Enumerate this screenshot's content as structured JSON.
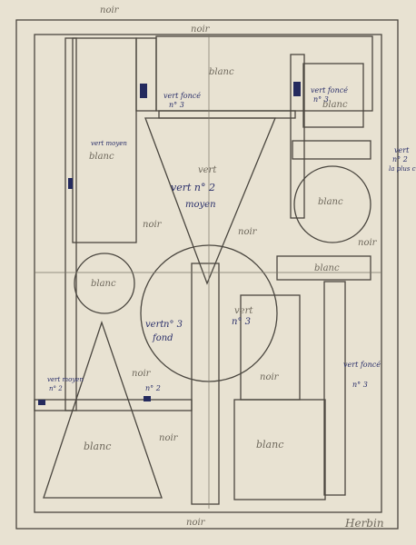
{
  "labels": {
    "noir": "noir",
    "noir_top_left": "noir",
    "blanc": "blanc",
    "vert": "vert",
    "vert_fonce_3": "vert foncé",
    "n3": "n° 3",
    "vert_moyen": "vert moyen",
    "n3b": "n° 3",
    "vert_n2": "vert n° 2",
    "moyen": "moyen",
    "vert_n2_right_1": "vert",
    "vert_n2_right_2": "n° 2",
    "vert_n2_right_3": "la plus claire",
    "vert_n3": "vert",
    "n3_fond": "n° 3",
    "fond": "fond",
    "n2": "n° 2",
    "vert_moyen_2": "vert moyen",
    "n2b": "n° 2",
    "signature": "Herbin"
  },
  "colors": {
    "paper": "#e8e2d2",
    "pencil": "#4a463f",
    "ink": "#242a5e",
    "green_tint": "#9fb39a"
  }
}
